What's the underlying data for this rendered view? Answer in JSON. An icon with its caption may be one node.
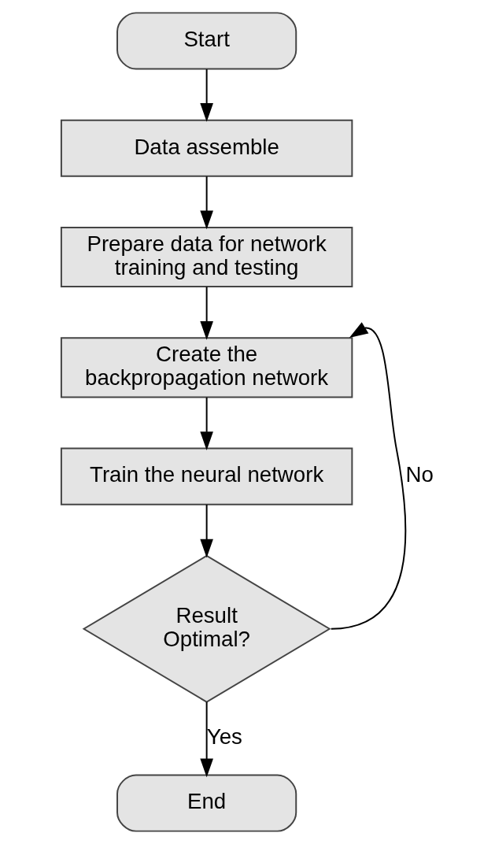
{
  "diagram": {
    "nodes": [
      {
        "text": [
          "Start"
        ]
      },
      {
        "text": [
          "Data assemble"
        ]
      },
      {
        "text": [
          "Prepare data for network training and testing"
        ]
      },
      {
        "text": [
          "Create the backpropagation network"
        ]
      },
      {
        "text": [
          "Train the neural network"
        ]
      },
      {
        "text": [
          "Result Optimal?"
        ]
      },
      {
        "text": [
          "End"
        ]
      }
    ],
    "edges": [
      {
        "from": 0,
        "to": 1,
        "arrow": "to"
      },
      {
        "from": 1,
        "to": 2,
        "arrow": "to"
      },
      {
        "from": 2,
        "to": 3,
        "arrow": "to"
      },
      {
        "from": 3,
        "to": 4,
        "arrow": "to"
      },
      {
        "from": 4,
        "to": 5,
        "arrow": "to"
      },
      {
        "from": 5,
        "to": 3,
        "arrow": "to",
        "label": "No"
      },
      {
        "from": 5,
        "to": 6,
        "arrow": "to",
        "label": "Yes"
      }
    ]
  }
}
